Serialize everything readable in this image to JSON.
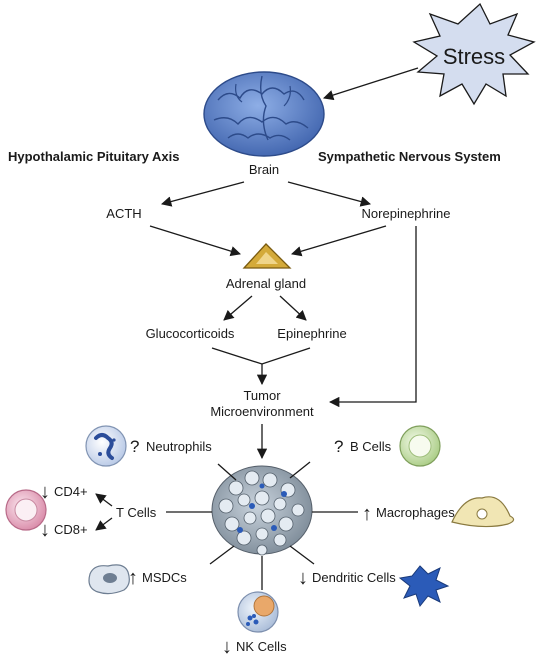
{
  "stress": "Stress",
  "headers": {
    "left": "Hypothalamic Pituitary Axis",
    "right": "Sympathetic Nervous System"
  },
  "nodes": {
    "brain": "Brain",
    "acth": "ACTH",
    "norepinephrine": "Norepinephrine",
    "adrenal_gland": "Adrenal gland",
    "glucocorticoids": "Glucocorticoids",
    "epinephrine": "Epinephrine",
    "tumor_line1": "Tumor",
    "tumor_line2": "Microenvironment"
  },
  "cells": {
    "neutrophils": {
      "label": "Neutrophils",
      "mark": "?"
    },
    "b_cells": {
      "label": "B Cells",
      "mark": "?"
    },
    "t_cells": {
      "label": "T Cells"
    },
    "cd4": {
      "label": "CD4+",
      "mark": "↓"
    },
    "cd8": {
      "label": "CD8+",
      "mark": "↓"
    },
    "macrophages": {
      "label": "Macrophages",
      "mark": "↑"
    },
    "msdcs": {
      "label": "MSDCs",
      "mark": "↑"
    },
    "dendritic_cells": {
      "label": "Dendritic Cells",
      "mark": "↓"
    },
    "nk_cells": {
      "label": "NK Cells",
      "mark": "↓"
    }
  },
  "colors": {
    "brain": "#5b7fc9",
    "stress": "#d4ddef",
    "adrenal": "#d4aa3a",
    "neutrophil": "#d6e2f3",
    "b_cell": "#cfe3b0",
    "t_cell": "#e6a9c0",
    "dendritic": "#2b5bb8",
    "nk_cell": "#e9a86a"
  }
}
